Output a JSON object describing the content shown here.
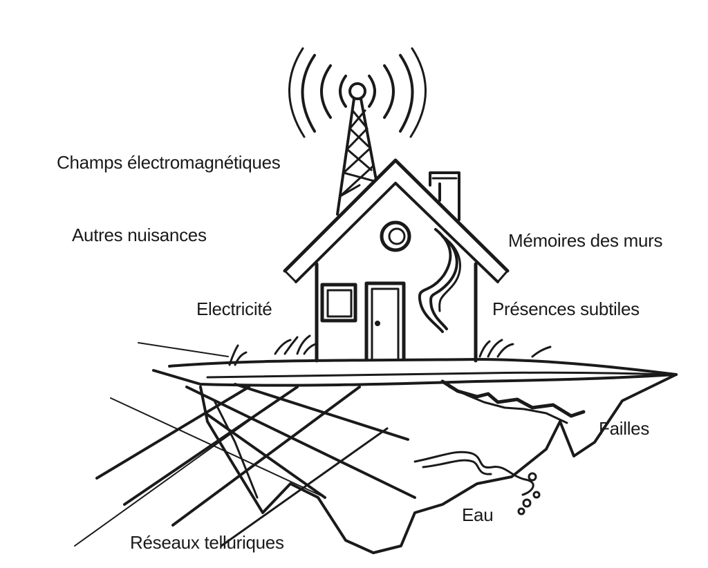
{
  "labels": {
    "emf": "Champs électromagnétiques",
    "other": "Autres nuisances",
    "wall_memory": "Mémoires des murs",
    "electricity": "Electricité",
    "subtle_presences": "Présences subtiles",
    "faults": "Failles",
    "water": "Eau",
    "telluric": "Réseaux telluriques"
  },
  "colors": {
    "ink": "#1a1a1a",
    "background": "#ffffff"
  }
}
